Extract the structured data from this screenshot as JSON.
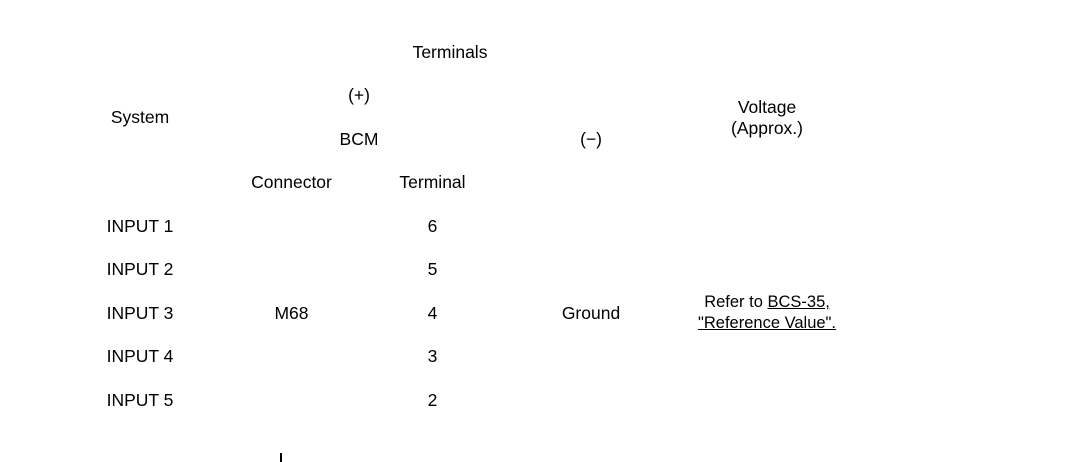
{
  "table": {
    "headers": {
      "system": "System",
      "terminals": "Terminals",
      "positive": "(+)",
      "negative": "(−)",
      "bcm": "BCM",
      "connector": "Connector",
      "terminal": "Terminal",
      "voltage_line1": "Voltage",
      "voltage_line2": "(Approx.)"
    },
    "shared_cells": {
      "connector_value": "M68",
      "ground_value": "Ground",
      "voltage_prefix": "Refer to ",
      "voltage_link": "BCS-35, \"Reference Value\"."
    },
    "rows": [
      {
        "system": "INPUT 1",
        "terminal": "6"
      },
      {
        "system": "INPUT 2",
        "terminal": "5"
      },
      {
        "system": "INPUT 3",
        "terminal": "4"
      },
      {
        "system": "INPUT 4",
        "terminal": "3"
      },
      {
        "system": "INPUT 5",
        "terminal": "2"
      }
    ]
  },
  "style": {
    "rule_color": "#000000",
    "page_background": "#ffffff"
  }
}
